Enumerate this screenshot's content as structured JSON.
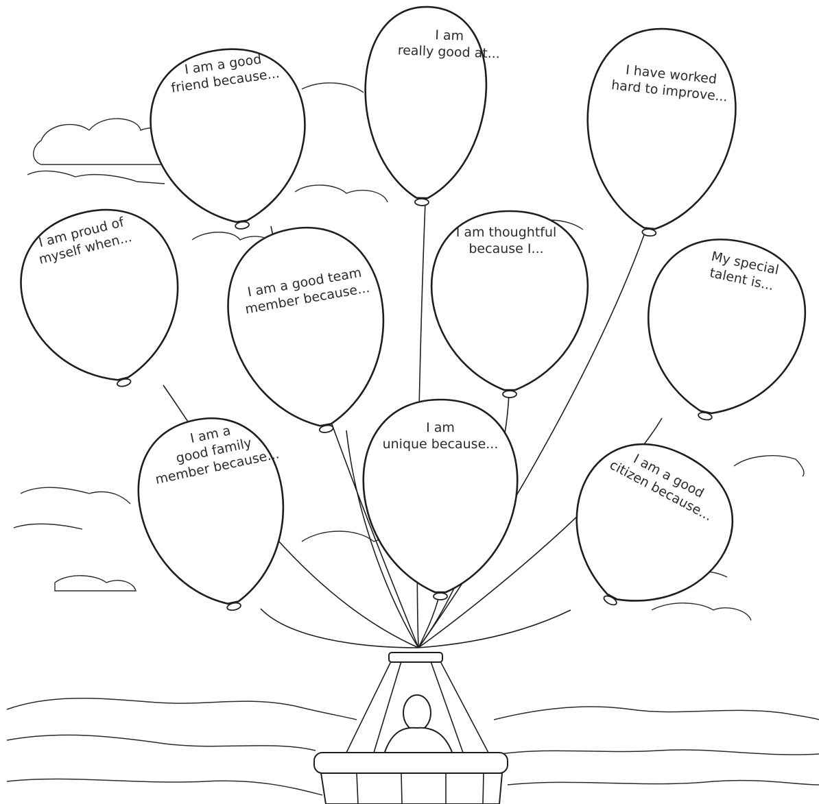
{
  "balloons": [
    {
      "id": "friend",
      "line1": "I am a good",
      "line2": "friend because...",
      "line3": ""
    },
    {
      "id": "good-at",
      "line1": "I am",
      "line2": "really good at...",
      "line3": ""
    },
    {
      "id": "improve",
      "line1": "I have worked",
      "line2": "hard to improve...",
      "line3": ""
    },
    {
      "id": "proud",
      "line1": "I am proud of",
      "line2": "myself when...",
      "line3": ""
    },
    {
      "id": "team",
      "line1": "I am a good team",
      "line2": "member because...",
      "line3": ""
    },
    {
      "id": "thoughtful",
      "line1": "I am thoughtful",
      "line2": "because I...",
      "line3": ""
    },
    {
      "id": "talent",
      "line1": "My special",
      "line2": "talent is...",
      "line3": ""
    },
    {
      "id": "family",
      "line1": "I am a",
      "line2": "good family",
      "line3": "member because..."
    },
    {
      "id": "unique",
      "line1": "I am",
      "line2": "unique because...",
      "line3": ""
    },
    {
      "id": "citizen",
      "line1": "I am a good",
      "line2": "citizen because...",
      "line3": ""
    }
  ]
}
